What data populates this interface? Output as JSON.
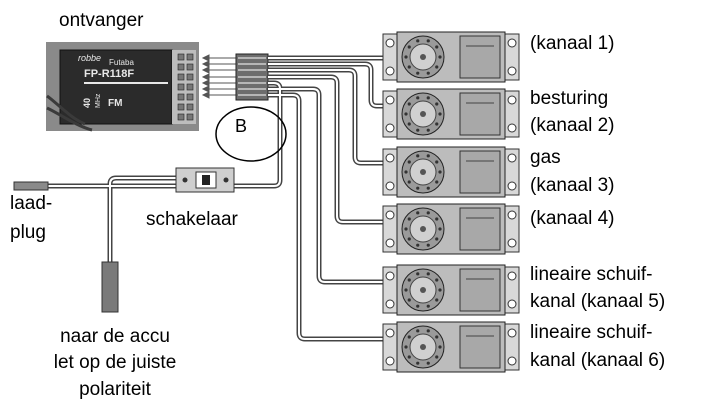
{
  "receiver": {
    "label": "ontvanger",
    "brand": "robbe",
    "maker": "Futaba",
    "model": "FP-R118F",
    "band": "40",
    "unit": "MHz",
    "mode": "FM"
  },
  "callout": {
    "letter": "B"
  },
  "switch": {
    "label": "schakelaar"
  },
  "charge_plug": {
    "line1": "laad-",
    "line2": "plug"
  },
  "battery": {
    "line1": "naar de accu",
    "line2": "let op de juiste",
    "line3": "polariteit"
  },
  "servos": [
    {
      "line1": "(kanaal 1)",
      "line2": ""
    },
    {
      "line1": "besturing",
      "line2": "(kanaal 2)"
    },
    {
      "line1": "gas",
      "line2": "(kanaal 3)"
    },
    {
      "line1": "(kanaal 4)",
      "line2": ""
    },
    {
      "line1": "lineaire schuif-",
      "line2": "kanal (kanaal 5)"
    },
    {
      "line1": "lineaire schuif-",
      "line2": "kanal (kanaal 6)"
    }
  ]
}
